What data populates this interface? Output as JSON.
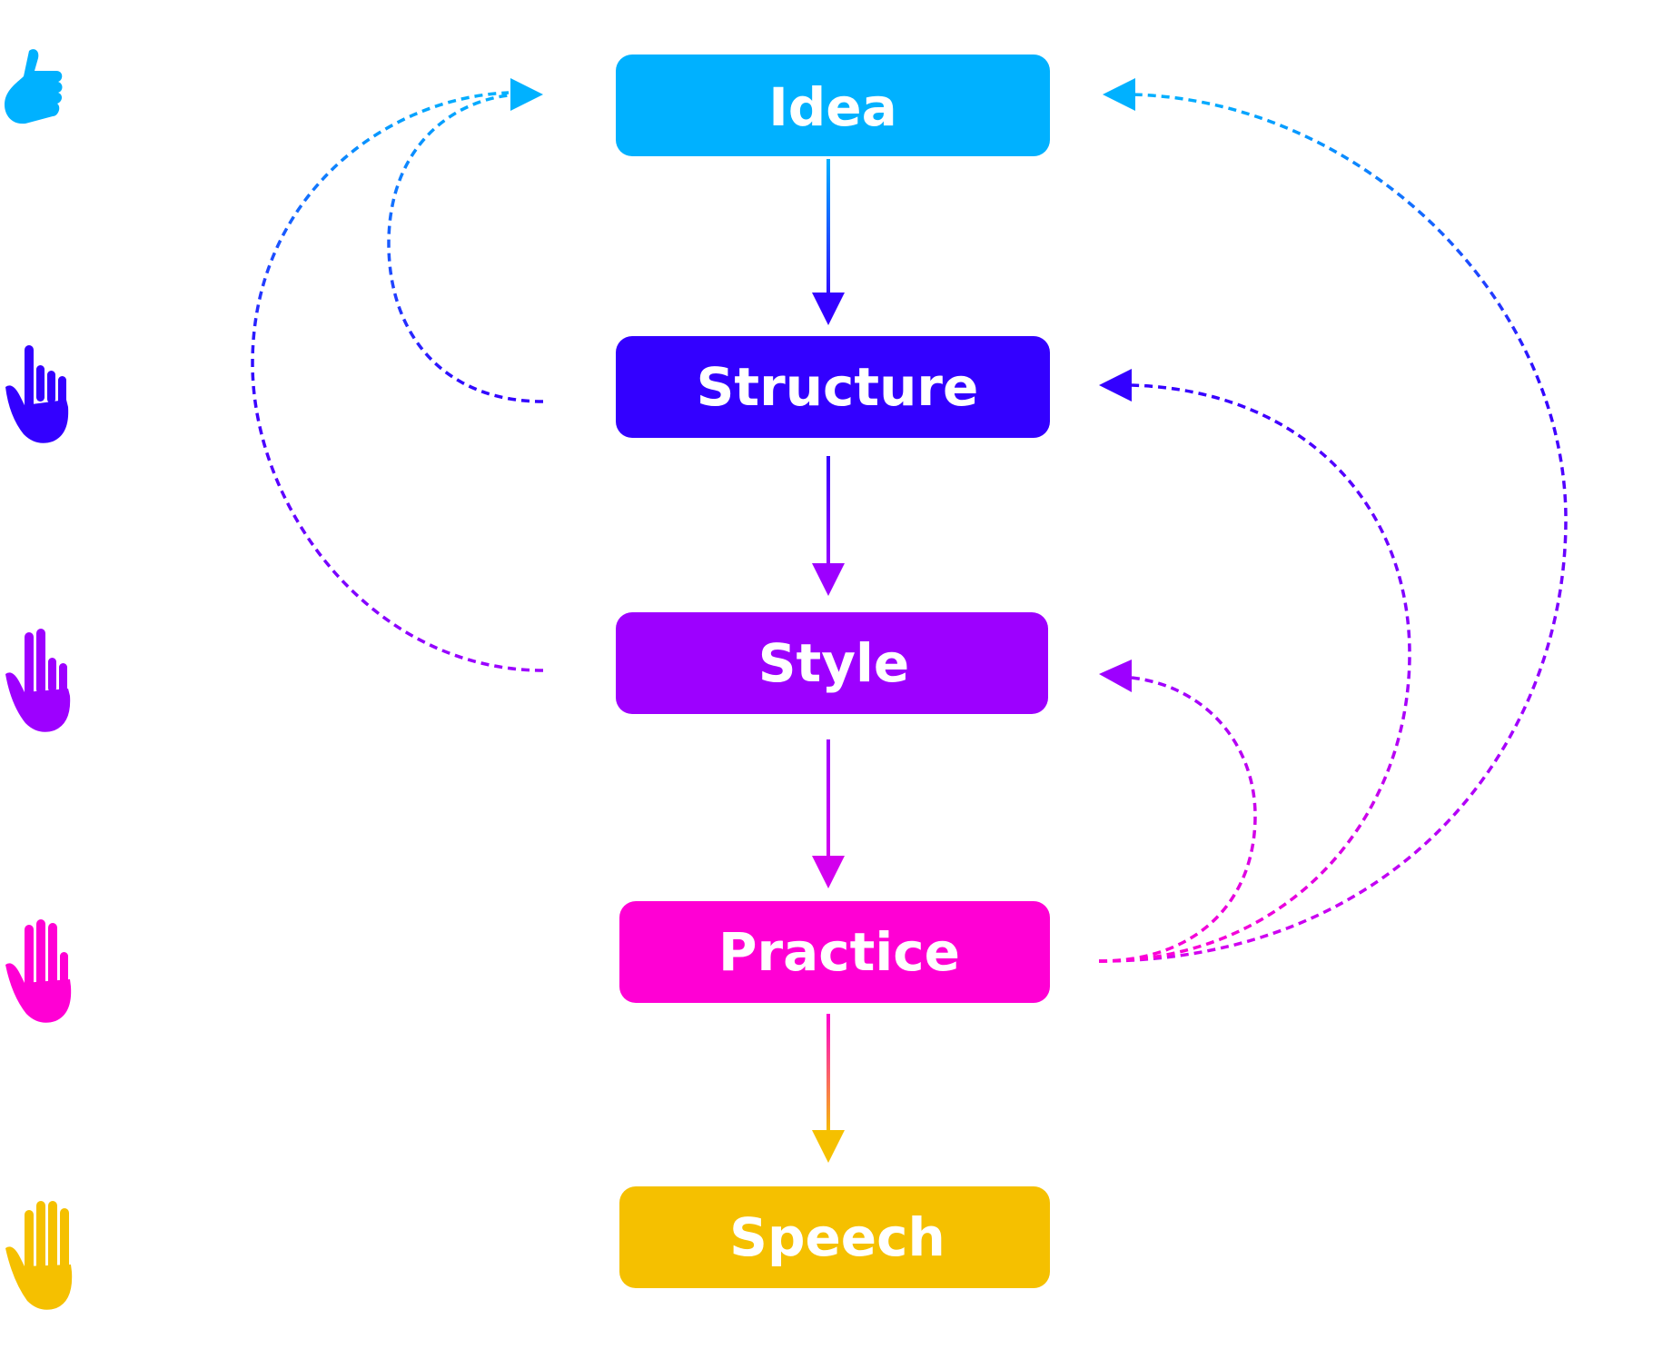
{
  "colors": {
    "idea": "#00B1FF",
    "structure": "#3300FF",
    "style": "#9D00FF",
    "practice": "#FF00D4",
    "speech": "#F5C000"
  },
  "nodes": [
    {
      "key": "idea",
      "label": "Idea",
      "color": "#00B1FF",
      "icon": "thumbs-up-hand-icon"
    },
    {
      "key": "structure",
      "label": "Structure",
      "color": "#3300FF",
      "icon": "one-finger-hand-icon"
    },
    {
      "key": "style",
      "label": "Style",
      "color": "#9D00FF",
      "icon": "two-finger-hand-icon"
    },
    {
      "key": "practice",
      "label": "Practice",
      "color": "#FF00D4",
      "icon": "four-finger-hand-icon"
    },
    {
      "key": "speech",
      "label": "Speech",
      "color": "#F5C000",
      "icon": "open-hand-icon"
    }
  ],
  "edges": [
    {
      "from": "idea",
      "to": "structure",
      "style": "solid"
    },
    {
      "from": "structure",
      "to": "style",
      "style": "solid"
    },
    {
      "from": "style",
      "to": "practice",
      "style": "solid"
    },
    {
      "from": "practice",
      "to": "speech",
      "style": "solid"
    },
    {
      "from": "structure",
      "to": "idea",
      "style": "dashed"
    },
    {
      "from": "style",
      "to": "idea",
      "style": "dashed"
    },
    {
      "from": "practice",
      "to": "style",
      "style": "dashed"
    },
    {
      "from": "practice",
      "to": "structure",
      "style": "dashed"
    },
    {
      "from": "practice",
      "to": "idea",
      "style": "dashed"
    }
  ]
}
